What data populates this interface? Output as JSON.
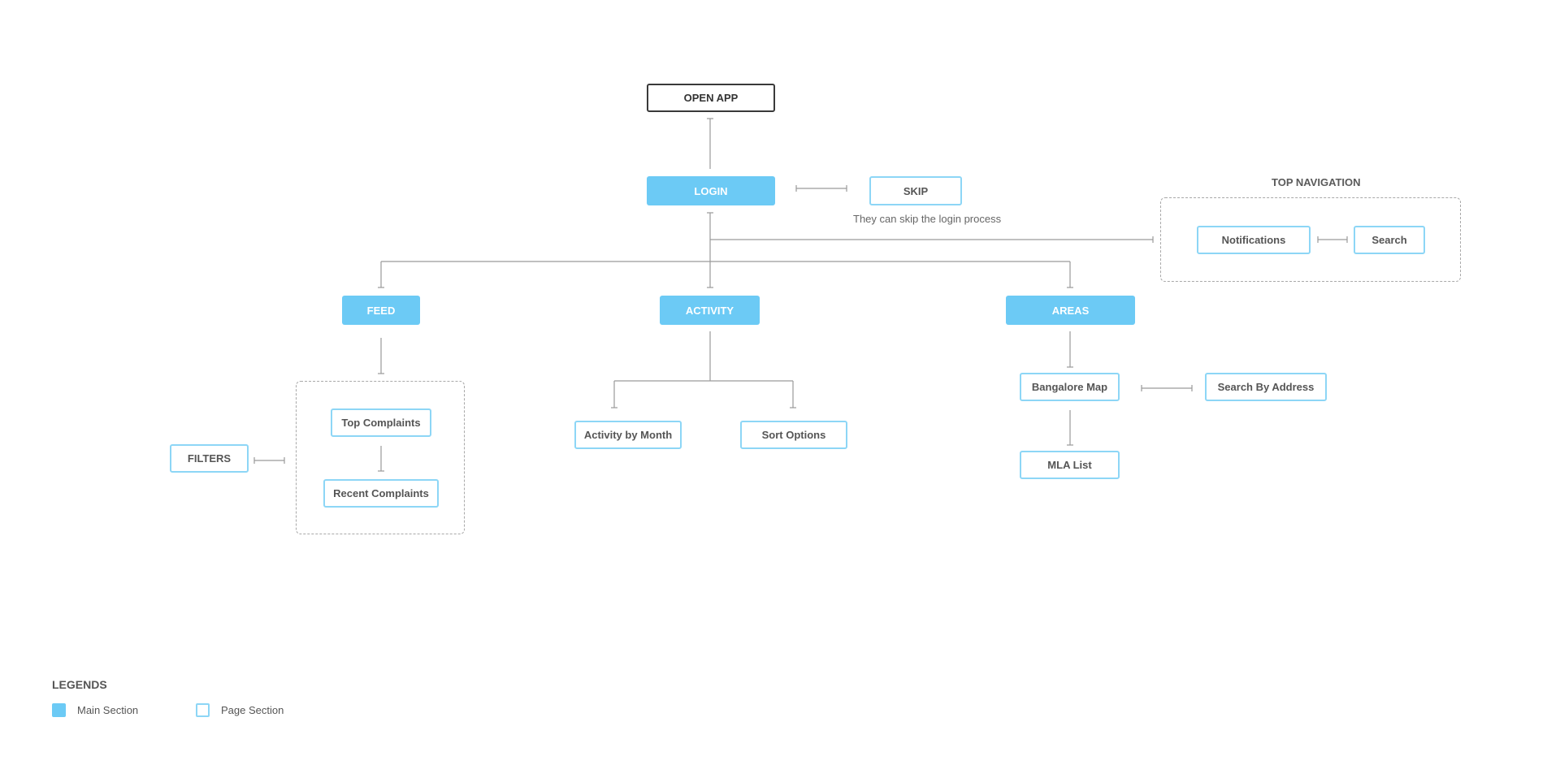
{
  "nodes": {
    "open_app": "OPEN APP",
    "login": "LOGIN",
    "skip": "SKIP",
    "feed": "FEED",
    "activity": "ACTIVITY",
    "areas": "AREAS",
    "notifications": "Notifications",
    "search": "Search",
    "top_complaints": "Top Complaints",
    "recent_complaints": "Recent Complaints",
    "filters": "FILTERS",
    "activity_by_month": "Activity by Month",
    "sort_options": "Sort Options",
    "bangalore_map": "Bangalore Map",
    "search_by_address": "Search By Address",
    "mla_list": "MLA List"
  },
  "annotations": {
    "skip_note": "They can skip the login process",
    "top_navigation": "TOP NAVIGATION"
  },
  "legend": {
    "title": "LEGENDS",
    "main_section": "Main Section",
    "page_section": "Page Section"
  },
  "colors": {
    "main": "#6ccaf5",
    "page_border": "#8dd6f6",
    "dark_border": "#3a3a3a",
    "connector": "#9a9a9a"
  }
}
